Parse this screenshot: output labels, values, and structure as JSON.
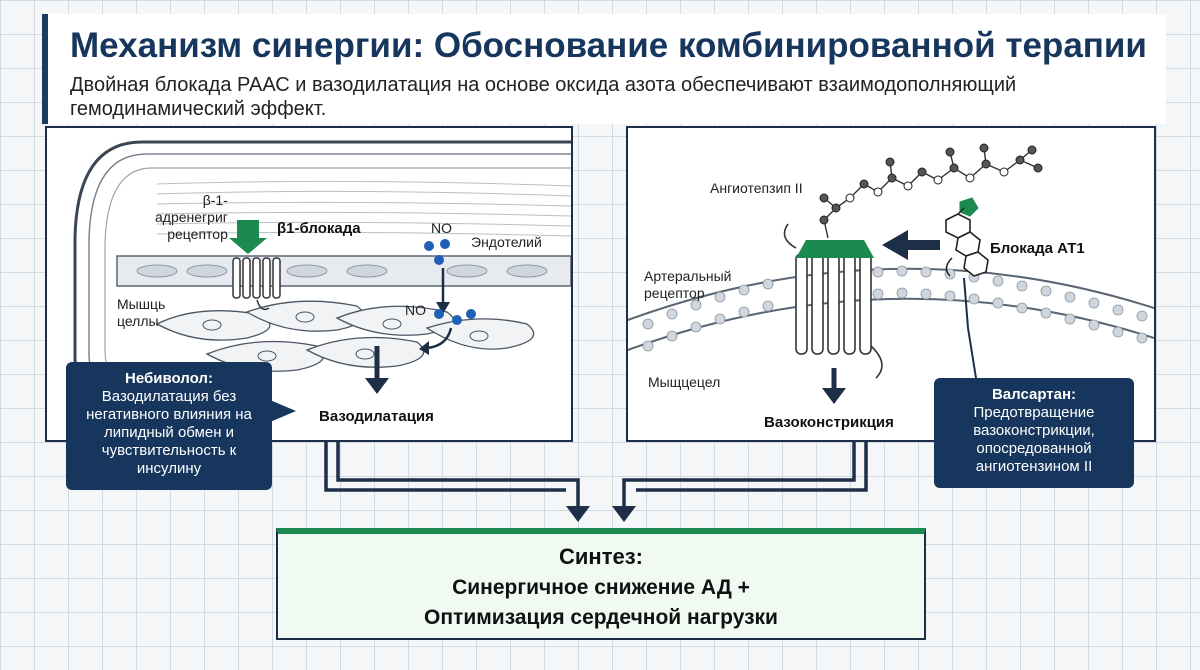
{
  "header": {
    "title": "Механизм синергии: Обоснование комбинированной терапии",
    "subtitle": "Двойная блокада РААС и вазодилатация на основе оксида азота обеспечивают взаимодополняющий гемодинамический эффект."
  },
  "left": {
    "receptor_label": [
      "β-1-",
      "адренегриг",
      "рецептор"
    ],
    "b1_block": "β1-блокада",
    "no_top": "NO",
    "endothelium": "Эндотелий",
    "no_mid": "NO",
    "muscle_cells": [
      "Мышць",
      "целлы"
    ],
    "vasodilation": "Вазодилатация"
  },
  "nebivolol": {
    "title": "Небиволол:",
    "body": "Вазодилатация без негативного влияния на липидный обмен и чувствительность к инсулину"
  },
  "right": {
    "angiotensin": "Ангиотепзип II",
    "arterial_receptor": [
      "Артеральный",
      "рецептор"
    ],
    "muscle_cells": "Мыщцецел",
    "at1_block": "Блокада АТ1",
    "vasoconstriction": "Вазоконстрикция"
  },
  "valsartan": {
    "title": "Валсартан:",
    "body": "Предотвращение вазоконстрикции, опосредованной ангиотензином II"
  },
  "synthesis": {
    "title": "Синтез:",
    "line1": "Синергичное снижение АД +",
    "line2": "Оптимизация сердечной нагрузки"
  },
  "colors": {
    "navy": "#17365d",
    "green": "#1a8a4f",
    "no_blue": "#1f5fb5"
  }
}
